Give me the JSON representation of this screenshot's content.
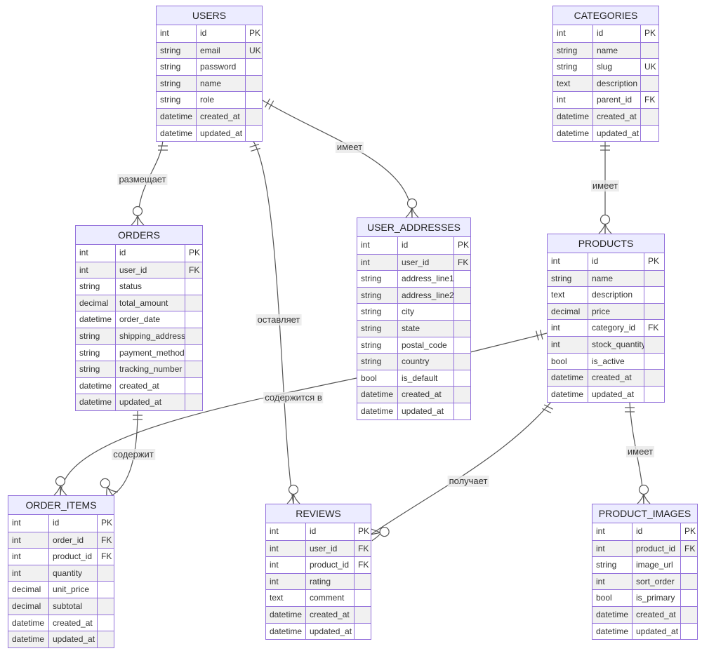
{
  "entities": [
    {
      "name": "USERS",
      "columns": [
        [
          "int",
          "id",
          "PK"
        ],
        [
          "string",
          "email",
          "UK"
        ],
        [
          "string",
          "password",
          ""
        ],
        [
          "string",
          "name",
          ""
        ],
        [
          "string",
          "role",
          ""
        ],
        [
          "datetime",
          "created_at",
          ""
        ],
        [
          "datetime",
          "updated_at",
          ""
        ]
      ]
    },
    {
      "name": "CATEGORIES",
      "columns": [
        [
          "int",
          "id",
          "PK"
        ],
        [
          "string",
          "name",
          ""
        ],
        [
          "string",
          "slug",
          "UK"
        ],
        [
          "text",
          "description",
          ""
        ],
        [
          "int",
          "parent_id",
          "FK"
        ],
        [
          "datetime",
          "created_at",
          ""
        ],
        [
          "datetime",
          "updated_at",
          ""
        ]
      ]
    },
    {
      "name": "ORDERS",
      "columns": [
        [
          "int",
          "id",
          "PK"
        ],
        [
          "int",
          "user_id",
          "FK"
        ],
        [
          "string",
          "status",
          ""
        ],
        [
          "decimal",
          "total_amount",
          ""
        ],
        [
          "datetime",
          "order_date",
          ""
        ],
        [
          "string",
          "shipping_address",
          ""
        ],
        [
          "string",
          "payment_method",
          ""
        ],
        [
          "string",
          "tracking_number",
          ""
        ],
        [
          "datetime",
          "created_at",
          ""
        ],
        [
          "datetime",
          "updated_at",
          ""
        ]
      ]
    },
    {
      "name": "USER_ADDRESSES",
      "columns": [
        [
          "int",
          "id",
          "PK"
        ],
        [
          "int",
          "user_id",
          "FK"
        ],
        [
          "string",
          "address_line1",
          ""
        ],
        [
          "string",
          "address_line2",
          ""
        ],
        [
          "string",
          "city",
          ""
        ],
        [
          "string",
          "state",
          ""
        ],
        [
          "string",
          "postal_code",
          ""
        ],
        [
          "string",
          "country",
          ""
        ],
        [
          "bool",
          "is_default",
          ""
        ],
        [
          "datetime",
          "created_at",
          ""
        ],
        [
          "datetime",
          "updated_at",
          ""
        ]
      ]
    },
    {
      "name": "PRODUCTS",
      "columns": [
        [
          "int",
          "id",
          "PK"
        ],
        [
          "string",
          "name",
          ""
        ],
        [
          "text",
          "description",
          ""
        ],
        [
          "decimal",
          "price",
          ""
        ],
        [
          "int",
          "category_id",
          "FK"
        ],
        [
          "int",
          "stock_quantity",
          ""
        ],
        [
          "bool",
          "is_active",
          ""
        ],
        [
          "datetime",
          "created_at",
          ""
        ],
        [
          "datetime",
          "updated_at",
          ""
        ]
      ]
    },
    {
      "name": "ORDER_ITEMS",
      "columns": [
        [
          "int",
          "id",
          "PK"
        ],
        [
          "int",
          "order_id",
          "FK"
        ],
        [
          "int",
          "product_id",
          "FK"
        ],
        [
          "int",
          "quantity",
          ""
        ],
        [
          "decimal",
          "unit_price",
          ""
        ],
        [
          "decimal",
          "subtotal",
          ""
        ],
        [
          "datetime",
          "created_at",
          ""
        ],
        [
          "datetime",
          "updated_at",
          ""
        ]
      ]
    },
    {
      "name": "REVIEWS",
      "columns": [
        [
          "int",
          "id",
          "PK"
        ],
        [
          "int",
          "user_id",
          "FK"
        ],
        [
          "int",
          "product_id",
          "FK"
        ],
        [
          "int",
          "rating",
          ""
        ],
        [
          "text",
          "comment",
          ""
        ],
        [
          "datetime",
          "created_at",
          ""
        ],
        [
          "datetime",
          "updated_at",
          ""
        ]
      ]
    },
    {
      "name": "PRODUCT_IMAGES",
      "columns": [
        [
          "int",
          "id",
          "PK"
        ],
        [
          "int",
          "product_id",
          "FK"
        ],
        [
          "string",
          "image_url",
          ""
        ],
        [
          "int",
          "sort_order",
          ""
        ],
        [
          "bool",
          "is_primary",
          ""
        ],
        [
          "datetime",
          "created_at",
          ""
        ],
        [
          "datetime",
          "updated_at",
          ""
        ]
      ]
    }
  ],
  "relationships": [
    {
      "from": "USERS",
      "to": "ORDERS",
      "label": "размещает"
    },
    {
      "from": "USERS",
      "to": "USER_ADDRESSES",
      "label": "имеет"
    },
    {
      "from": "USERS",
      "to": "REVIEWS",
      "label": "оставляет"
    },
    {
      "from": "CATEGORIES",
      "to": "PRODUCTS",
      "label": "имеет"
    },
    {
      "from": "ORDERS",
      "to": "ORDER_ITEMS",
      "label": "содержит"
    },
    {
      "from": "PRODUCTS",
      "to": "ORDER_ITEMS",
      "label": "содержится в"
    },
    {
      "from": "PRODUCTS",
      "to": "REVIEWS",
      "label": "получает"
    },
    {
      "from": "PRODUCTS",
      "to": "PRODUCT_IMAGES",
      "label": "имеет"
    }
  ],
  "colors": {
    "border": "#9370db",
    "header": "#ececff",
    "row_alt": "#f1f1f1",
    "line": "#555555"
  }
}
